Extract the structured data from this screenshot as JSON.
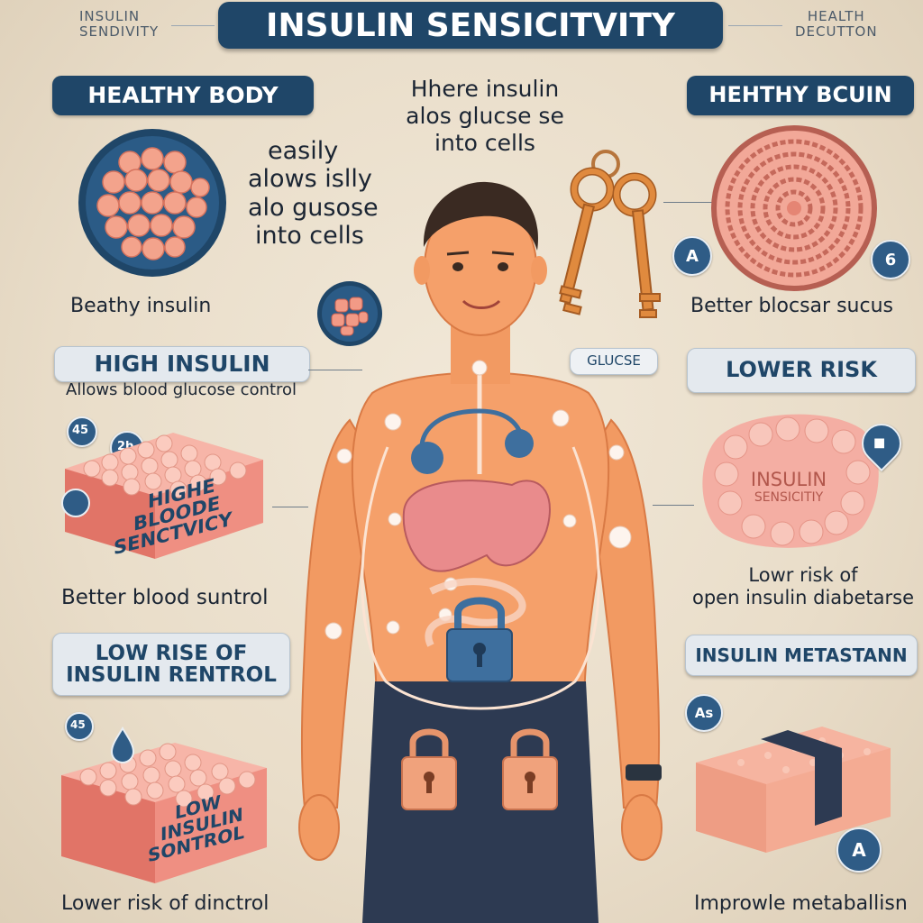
{
  "header": {
    "title": "INSULIN SENSICITVITY",
    "left_corner": [
      "INSULIN",
      "SENDIVITY"
    ],
    "right_corner": [
      "HEALTH",
      "DECUTTON"
    ]
  },
  "left_panels": {
    "healthy_body": {
      "label": "HEALTHY BODY",
      "caption": "Beathy insulin"
    },
    "high_insulin": {
      "label": "HIGH INSULIN",
      "sublabel": "Allows blood glucose control",
      "block_text": [
        "HIGHE",
        "BLOODE",
        "SENCTVICY"
      ],
      "caption": "Better blood suntrol",
      "badges": [
        "45",
        "2b"
      ]
    },
    "low_insulin": {
      "label": [
        "LOW RISE OF",
        "INSULIN RENTROL"
      ],
      "block_text": [
        "LOW",
        "INSULIN",
        "SONTROL"
      ],
      "caption": "Lower risk of dinctrol",
      "badges": [
        "45"
      ]
    }
  },
  "center": {
    "top_text": [
      "Hhere insulin",
      "alos glucse se",
      "into cells"
    ],
    "side_text": [
      "easily",
      "alows islly",
      "alo gusose",
      "into cells"
    ],
    "glucose_tag": "GLUCSE"
  },
  "right_panels": {
    "healthy_bcuin": {
      "label": "HEHTHY BCUIN",
      "caption": "Better blocsar sucus",
      "badges": [
        "A",
        "6"
      ]
    },
    "lower_risk": {
      "label": "LOWER RISK",
      "block_text": [
        "INSULIN",
        "SENSICITIY"
      ],
      "caption": [
        "Lowr risk of",
        "open insulin diabetarse"
      ]
    },
    "metabolism": {
      "label": "INSULIN METASTANN",
      "caption": "Improwle metaballisn",
      "badges": [
        "As",
        "A"
      ]
    }
  },
  "colors": {
    "navy": "#1f4668",
    "skin": "#f29a62",
    "tissue": "#f4a79a",
    "tissue_dark": "#e2756a",
    "lock": "#3e6f9e",
    "key": "#d9823c"
  }
}
